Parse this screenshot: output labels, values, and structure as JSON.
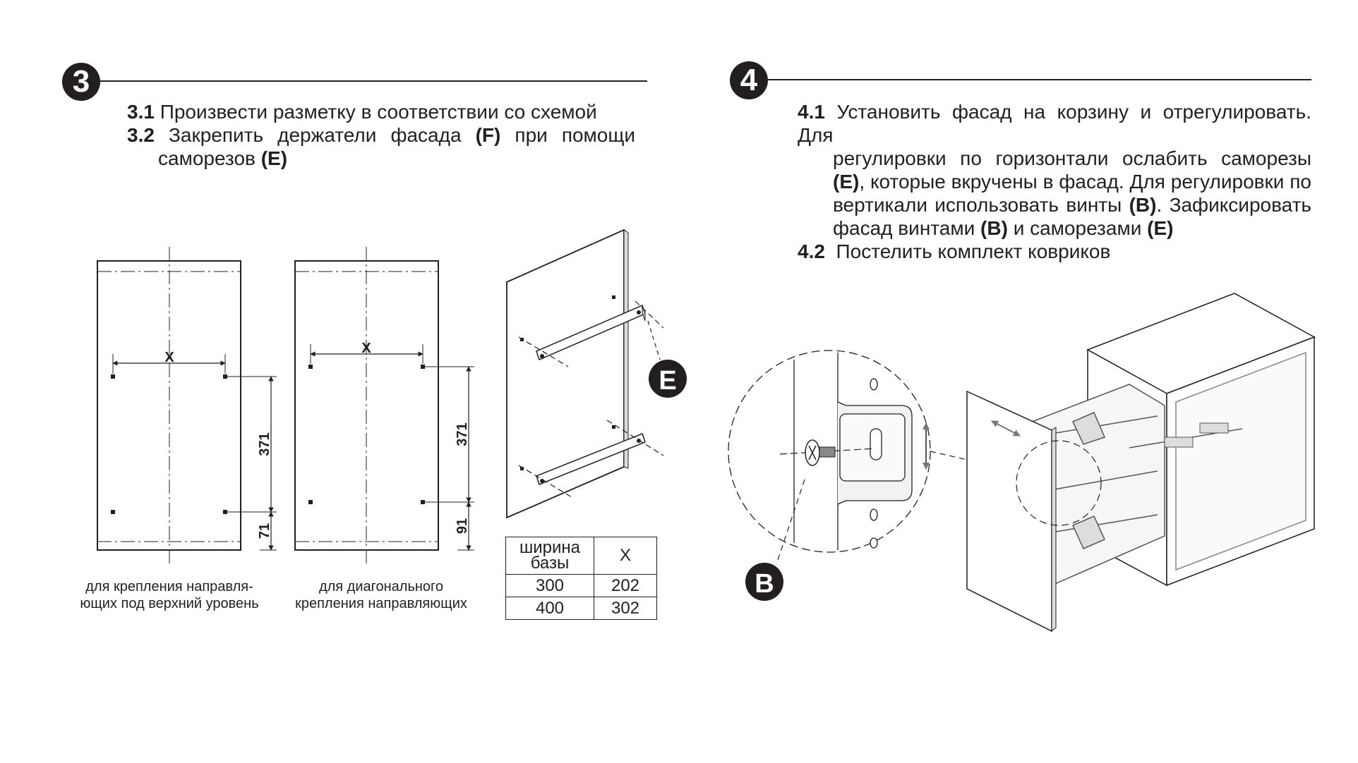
{
  "step3": {
    "number": "3",
    "line1_num": "3.1",
    "line1_text": "Произвести разметку в соответствии со схемой",
    "line2_num": "3.2",
    "line2_text": "Закрепить держатели фасада",
    "line2_bold": "(F)",
    "line2_tail": "при помощи",
    "line3_text": "саморезов",
    "line3_bold": "(E)"
  },
  "step4": {
    "number": "4",
    "l1_num": "4.1",
    "l1_text": "Установить фасад на корзину и отрегулировать. Для",
    "l2_text": "регулировки по горизонтали ослабить саморезы",
    "l3_bold": "(E)",
    "l3_text": ", которые вкручены в фасад. Для регулировки по",
    "l4_text": "вертикали использовать винты",
    "l4_bold": "(B)",
    "l4_tail": ". Зафиксировать",
    "l5_text": "фасад винтами",
    "l5_bold1": "(B)",
    "l5_mid": "и саморезами",
    "l5_bold2": "(E)",
    "l6_num": "4.2",
    "l6_text": "Постелить комплект ковриков"
  },
  "diagram1": {
    "x_label": "X",
    "dim_top": "371",
    "dim_bottom": "71",
    "caption_line1": "для крепления направля-",
    "caption_line2": "ющих под верхний уровень"
  },
  "diagram2": {
    "x_label": "X",
    "dim_top": "371",
    "dim_bottom": "91",
    "caption_line1": "для диагонального",
    "caption_line2": "крепления направляющих"
  },
  "callouts": {
    "E": "E",
    "B": "B"
  },
  "table": {
    "header_col1_line1": "ширина",
    "header_col1_line2": "базы",
    "header_col2": "X",
    "rows": [
      {
        "width": "300",
        "x": "202"
      },
      {
        "width": "400",
        "x": "302"
      }
    ]
  }
}
